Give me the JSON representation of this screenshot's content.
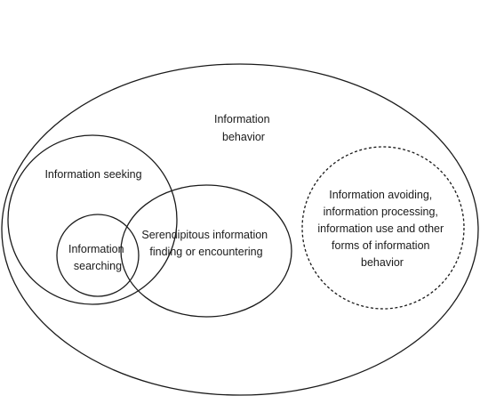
{
  "diagram": {
    "outer": {
      "lines": [
        "Information",
        "behavior"
      ]
    },
    "seeking": {
      "lines": [
        "Information seeking"
      ]
    },
    "searching": {
      "lines": [
        "Information",
        "searching"
      ]
    },
    "serendipitous": {
      "lines": [
        "Serendipitous information",
        "finding or encountering"
      ]
    },
    "other": {
      "lines": [
        "Information avoiding,",
        "information processing,",
        "information use and other",
        "forms of information",
        "behavior"
      ]
    }
  }
}
